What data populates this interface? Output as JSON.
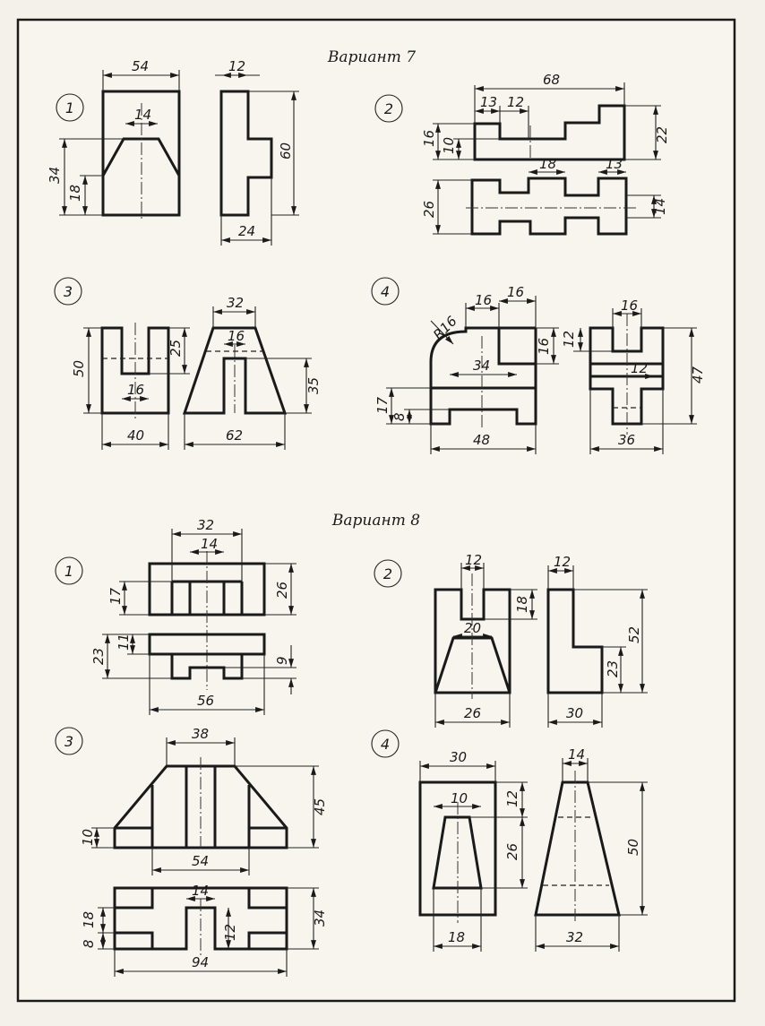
{
  "variants": [
    {
      "title": "Вариант 7",
      "tasks": [
        {
          "number": "1",
          "dims": [
            "54",
            "12",
            "14",
            "34",
            "18",
            "60",
            "24"
          ]
        },
        {
          "number": "2",
          "dims": [
            "68",
            "13",
            "12",
            "16",
            "10",
            "22",
            "18",
            "13",
            "26",
            "14"
          ]
        },
        {
          "number": "3",
          "dims": [
            "32",
            "16",
            "50",
            "25",
            "16",
            "35",
            "40",
            "62"
          ]
        },
        {
          "number": "4",
          "dims": [
            "16",
            "16",
            "16",
            "R16",
            "16",
            "12",
            "34",
            "12",
            "47",
            "17",
            "8",
            "48",
            "36"
          ]
        }
      ]
    },
    {
      "title": "Вариант 8",
      "tasks": [
        {
          "number": "1",
          "dims": [
            "32",
            "14",
            "17",
            "26",
            "23",
            "11",
            "9",
            "56"
          ]
        },
        {
          "number": "2",
          "dims": [
            "12",
            "12",
            "18",
            "20",
            "52",
            "23",
            "26",
            "30"
          ]
        },
        {
          "number": "3",
          "dims": [
            "38",
            "45",
            "10",
            "54",
            "18",
            "14",
            "34",
            "8",
            "12",
            "94"
          ]
        },
        {
          "number": "4",
          "dims": [
            "30",
            "14",
            "10",
            "12",
            "26",
            "50",
            "18",
            "32"
          ]
        }
      ]
    }
  ]
}
